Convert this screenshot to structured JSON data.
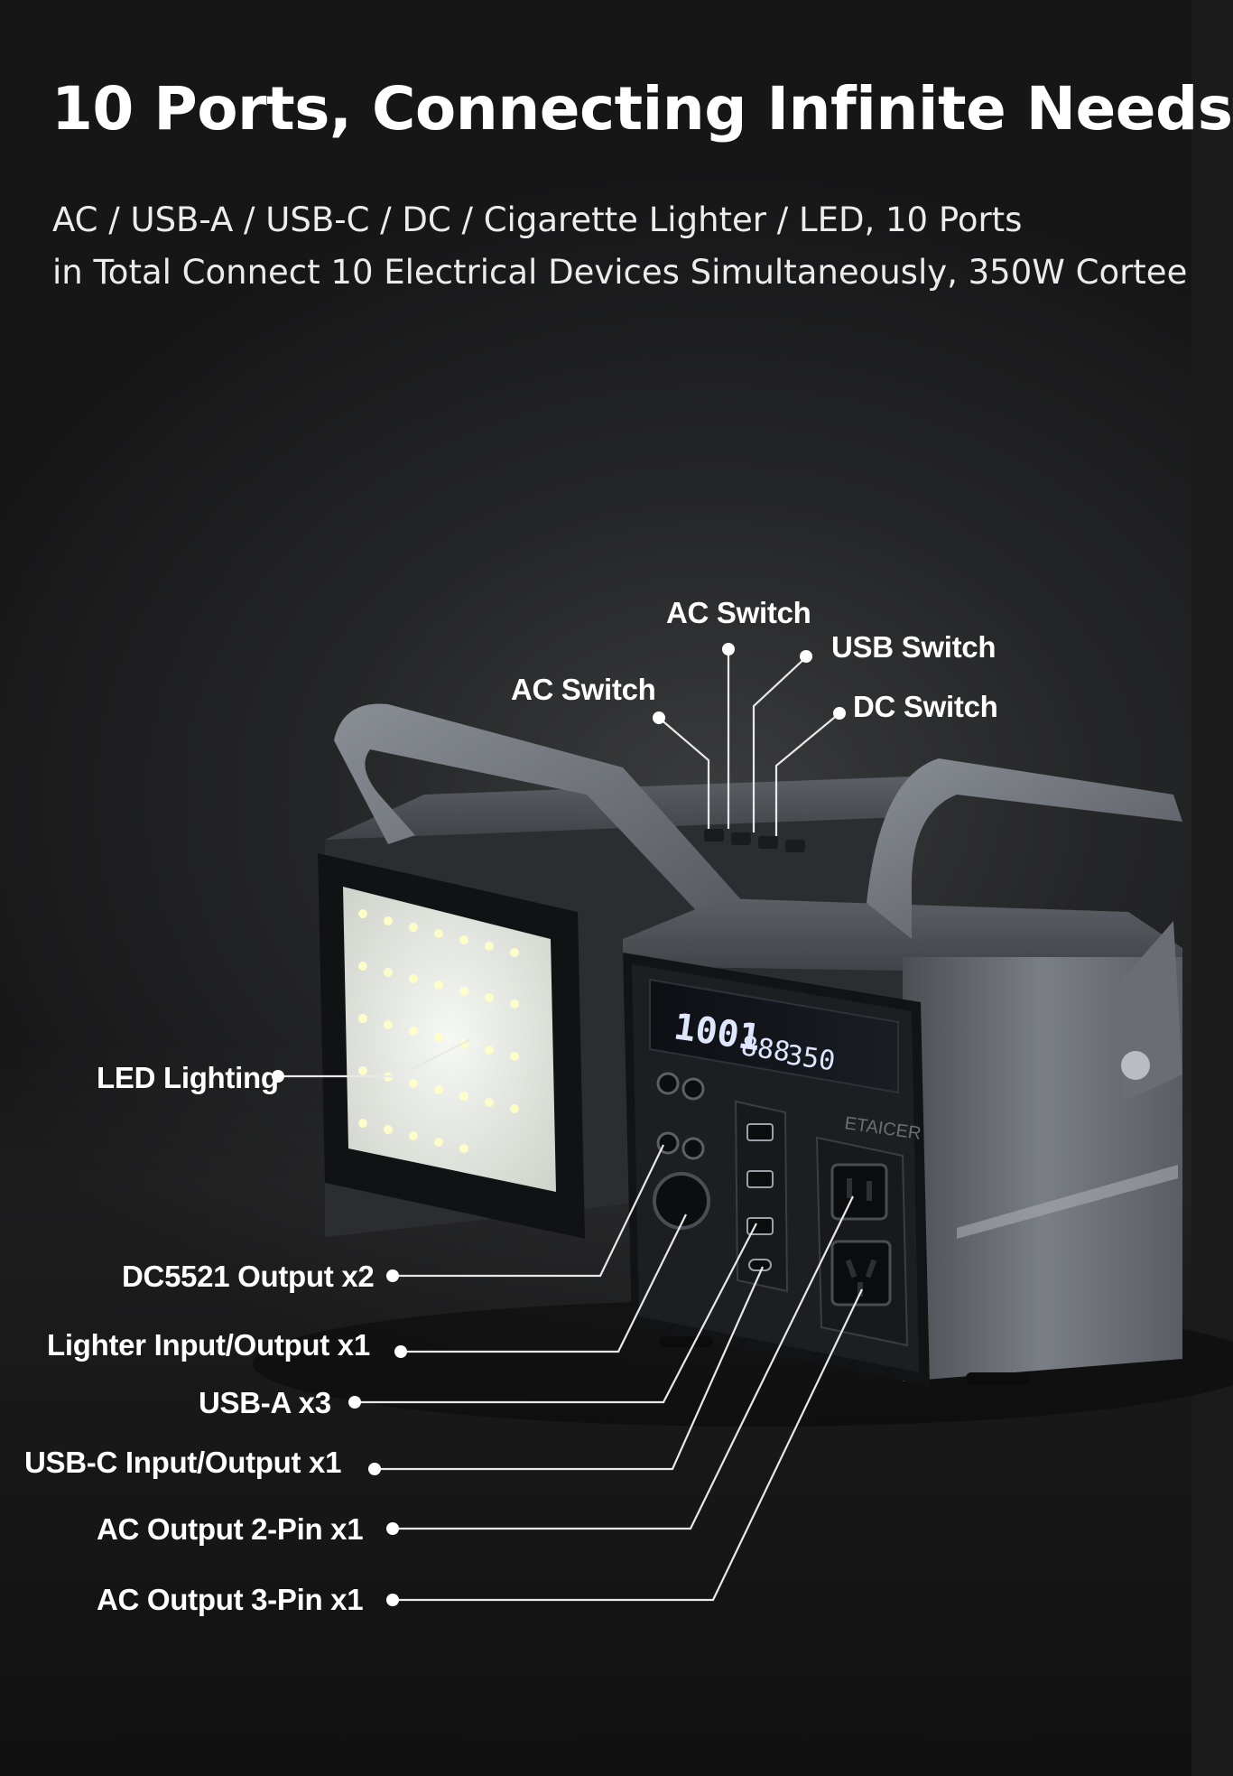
{
  "header": {
    "title": "10 Ports, Connecting Infinite Needs",
    "subtitle_line1": "AC / USB-A / USB-C / DC / Cigarette Lighter / LED, 10 Ports",
    "subtitle_line2": "in Total Connect 10 Electrical Devices Simultaneously, 350W Cortee"
  },
  "product": {
    "brand_text": "ETAICER",
    "display_readout_1": "1001",
    "display_readout_2": "888",
    "display_readout_3": "350"
  },
  "callouts": {
    "top": [
      {
        "id": "ac-switch-top",
        "label": "AC Switch"
      },
      {
        "id": "usb-switch",
        "label": "USB Switch"
      },
      {
        "id": "ac-switch-left",
        "label": "AC Switch"
      },
      {
        "id": "dc-switch",
        "label": "DC Switch"
      }
    ],
    "left": [
      {
        "id": "led-lighting",
        "label": "LED Lighting"
      },
      {
        "id": "dc5521-output",
        "label": "DC5521 Output x2"
      },
      {
        "id": "lighter-io",
        "label": "Lighter Input/Output x1"
      },
      {
        "id": "usb-a",
        "label": "USB-A x3"
      },
      {
        "id": "usb-c-io",
        "label": "USB-C Input/Output x1"
      },
      {
        "id": "ac-2pin",
        "label": "AC Output 2-Pin x1"
      },
      {
        "id": "ac-3pin",
        "label": "AC Output 3-Pin x1"
      }
    ]
  },
  "colors": {
    "background": "#1b1b1c",
    "text": "#ffffff",
    "device_body": "#6f737a",
    "led_panel": "#e9ece6"
  }
}
